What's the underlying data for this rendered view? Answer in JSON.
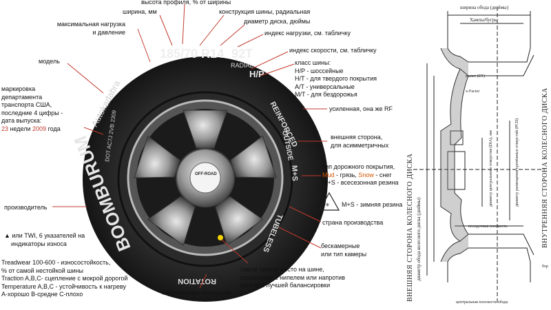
{
  "left_diagram": {
    "tire_size": "185/70 R14",
    "tire_size_left": "185/70",
    "tire_size_mid": "R14",
    "load_speed": "92T",
    "radial": "RADIAL",
    "tread_type": "H/P",
    "reinforced": "REINFORCED",
    "outside": "OUTSIDE",
    "ms": "M+S",
    "tubeless": "TUBELESS",
    "rotation": "ROTATION",
    "brand": "BOOMBURUM",
    "model": "Autokadabra",
    "dot": "DOT AC7J 2VB 2309",
    "wheel_logo": "OFF-ROAD",
    "labels": {
      "profile_height": "высота профиля, % от ширины",
      "width": "ширина, мм",
      "construction": "конструкция шины, радиальная",
      "max_load": "максимальная нагрузка",
      "max_load_2": "и давление",
      "diameter": "диаметр диска, дюймы",
      "load_index": "индекс нагрузки, см. табличку",
      "speed_index": "индекс скорости, см. табличку",
      "model": "модель",
      "tire_class_title": "класс шины:",
      "tire_class_hp": "H/P - шоссейные",
      "tire_class_ht": "H/T - для твердого покрытия",
      "tire_class_at": "A/T - универсальные",
      "tire_class_mt": "M/T - для бездорожья",
      "dot_1": "маркировка",
      "dot_2": "департамента",
      "dot_3": "транспорта США,",
      "dot_4": "последние 4 цифры -",
      "dot_5": "дата выпуска:",
      "dot_week": "23",
      "dot_mid": " недели ",
      "dot_year": "2009",
      "dot_end": " года",
      "reinforced": "усиленная, она же RF",
      "outside_1": "внешняя сторона,",
      "outside_2": "для асимметричных",
      "road_title": "тип дорожного покрытия,",
      "road_mud": "Mud",
      "road_mud_txt": " - грязь, ",
      "road_snow": "Snow",
      "road_snow_txt": " - снег",
      "road_all": "M+S - всесезонная резина",
      "winter": "M+S - зимняя резина",
      "manufacturer": "производитель",
      "country": "страна производства",
      "twi_1": "▲ или TWI, 6 указателей на",
      "twi_2": "индикаторы износа",
      "tubeless_1": "бескамерные",
      "tubeless_2": "или тип камеры",
      "treadwear_1": "Treadwear 100-600 - износостойкость,",
      "treadwear_2": "% от самой нестойкой шины",
      "treadwear_3": "Traction A,B,C- сцепление с мокрой дорогой",
      "treadwear_4": "Temperature A,B,C - устойчивость к нагреву",
      "treadwear_5": "A-хорошо B-средне C-плохо",
      "lightest_1": "самое легкое место на шине,",
      "lightest_2": "совмещают с нипелем или напротив",
      "lightest_3": "него для лучшей балансировки",
      "rotation": "направление вращения"
    }
  },
  "right_diagram": {
    "rim_width": "ширина обода (дюймы)",
    "humps": "Хампы/бугры",
    "offset": "вылет (ET)",
    "x_factor": "x-Factor",
    "dia": "диаметр центрального отверстия (DIA), мм",
    "pcd": "диаметр размещения крепёжных отверстий (PCD)",
    "mounting_plane": "посадочная плоскость",
    "center_plane": "центральная плоскость обода",
    "outer_side": "ВНЕШНЯЯ СТОРОНА КОЛЕСНОГО ДИСКА",
    "inner_side": "ВНУТРЕННЯЯ СТОРОНА КОЛЕСНОГО ДИСКА",
    "rim_diameter": "диаметр обода колесного диска (дюймы)",
    "side_b": "бор"
  }
}
